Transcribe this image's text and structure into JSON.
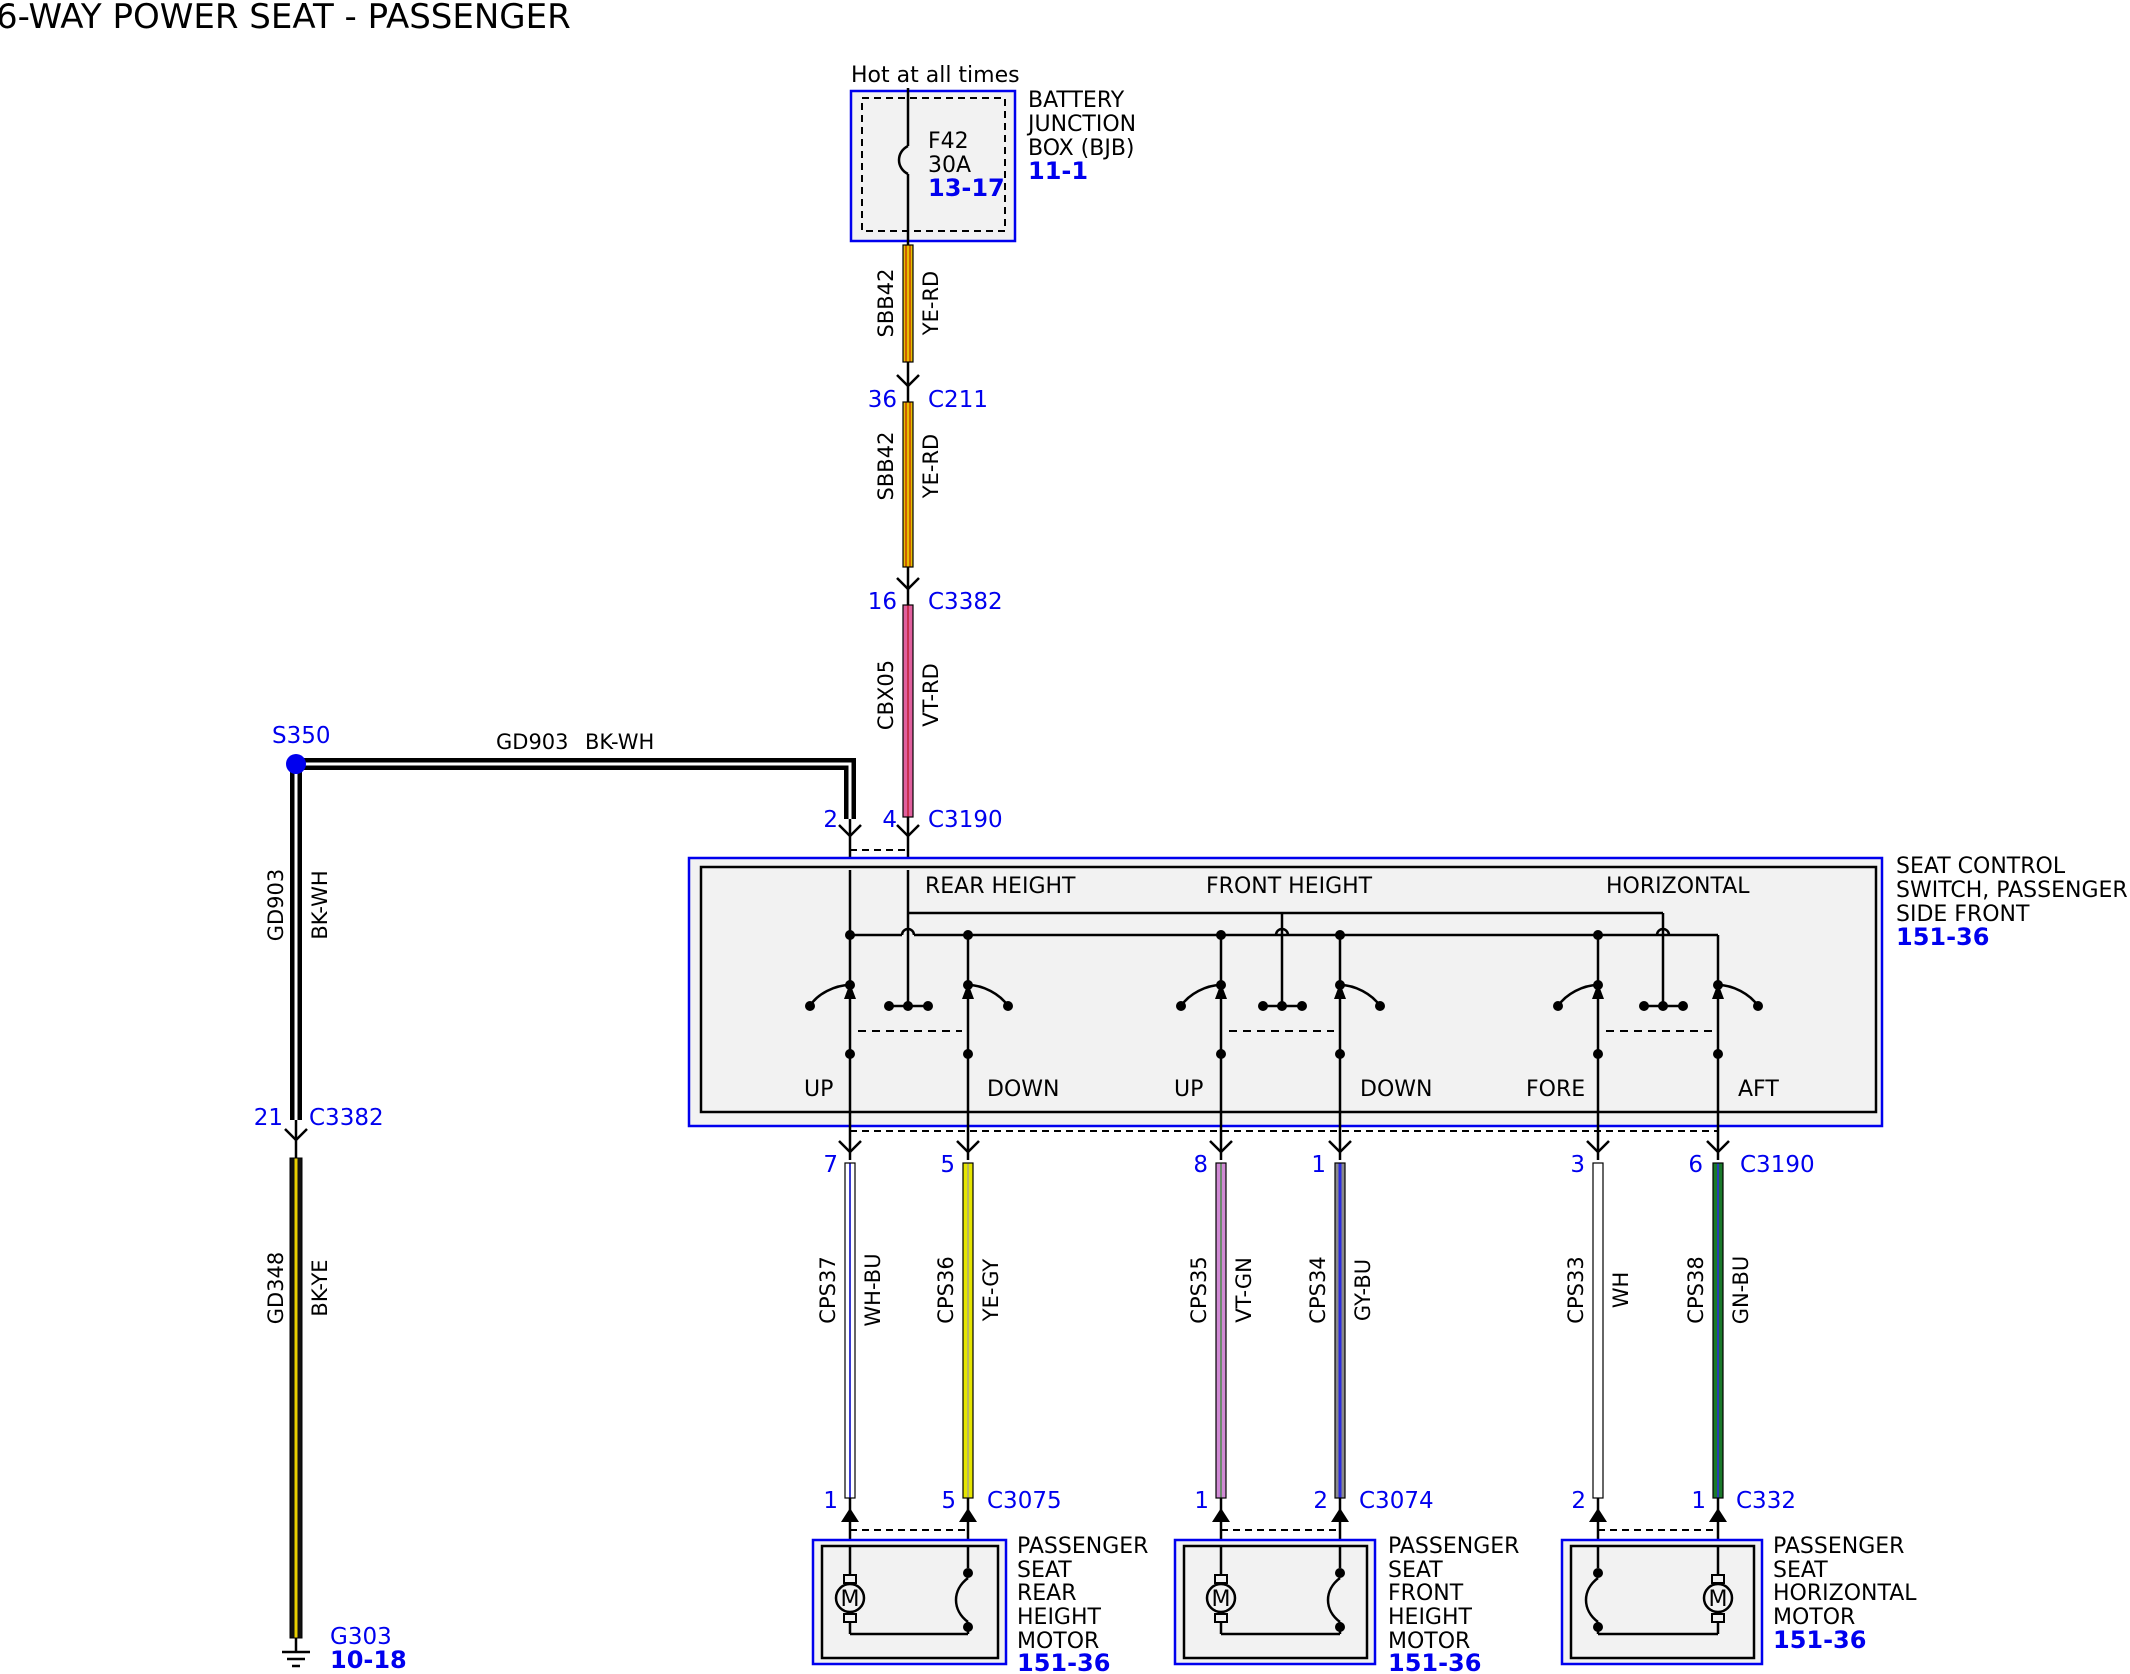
{
  "title": "6-WAY POWER SEAT - PASSENGER",
  "colors": {
    "blue": "#0000ee",
    "box_fill": "#f2f2f2"
  },
  "bjb": {
    "hot_label": "Hot at all times",
    "name_lines": [
      "BATTERY",
      "JUNCTION",
      "BOX (BJB)"
    ],
    "ref": "11-1",
    "fuse_id": "F42",
    "fuse_rating": "30A",
    "fuse_ref": "13-17"
  },
  "wires": {
    "sbb42_top": {
      "circuit": "SBB42",
      "color": "YE-RD"
    },
    "sbb42_mid": {
      "circuit": "SBB42",
      "color": "YE-RD"
    },
    "cbx05": {
      "circuit": "CBX05",
      "color": "VT-RD"
    },
    "gd903_h": {
      "circuit": "GD903",
      "color": "BK-WH"
    },
    "gd903_v": {
      "circuit": "GD903",
      "color": "BK-WH"
    },
    "gd348": {
      "circuit": "GD348",
      "color": "BK-YE"
    },
    "cps37": {
      "circuit": "CPS37",
      "color": "WH-BU"
    },
    "cps36": {
      "circuit": "CPS36",
      "color": "YE-GY"
    },
    "cps35": {
      "circuit": "CPS35",
      "color": "VT-GN"
    },
    "cps34": {
      "circuit": "CPS34",
      "color": "GY-BU"
    },
    "cps33": {
      "circuit": "CPS33",
      "color": "WH"
    },
    "cps38": {
      "circuit": "CPS38",
      "color": "GN-BU"
    }
  },
  "connectors": {
    "c211": {
      "pin": "36",
      "name": "C211"
    },
    "c3382_top": {
      "pin": "16",
      "name": "C3382"
    },
    "c3190_top": {
      "pin_a": "2",
      "pin_b": "4",
      "name": "C3190"
    },
    "c3382_left": {
      "pin": "21",
      "name": "C3382"
    },
    "c3190_bottom": {
      "pins": [
        "7",
        "5",
        "8",
        "1",
        "3",
        "6"
      ],
      "name": "C3190"
    },
    "c3075": {
      "pin_a": "1",
      "pin_b": "5",
      "name": "C3075"
    },
    "c3074": {
      "pin_a": "1",
      "pin_b": "2",
      "name": "C3074"
    },
    "c332": {
      "pin_a": "2",
      "pin_b": "1",
      "name": "C332"
    }
  },
  "splice": {
    "name": "S350"
  },
  "ground": {
    "name": "G303",
    "ref": "10-18"
  },
  "switch": {
    "name_lines": [
      "SEAT CONTROL",
      "SWITCH, PASSENGER",
      "SIDE FRONT"
    ],
    "ref": "151-36",
    "sections": [
      "REAR HEIGHT",
      "FRONT HEIGHT",
      "HORIZONTAL"
    ],
    "positions": [
      "UP",
      "DOWN",
      "UP",
      "DOWN",
      "FORE",
      "AFT"
    ]
  },
  "motors": [
    {
      "name_lines": [
        "PASSENGER",
        "SEAT",
        "REAR",
        "HEIGHT",
        "MOTOR"
      ],
      "ref": "151-36",
      "symbol": "M"
    },
    {
      "name_lines": [
        "PASSENGER",
        "SEAT",
        "FRONT",
        "HEIGHT",
        "MOTOR"
      ],
      "ref": "151-36",
      "symbol": "M"
    },
    {
      "name_lines": [
        "PASSENGER",
        "SEAT",
        "HORIZONTAL",
        "MOTOR"
      ],
      "ref": "151-36",
      "symbol": "M"
    }
  ]
}
